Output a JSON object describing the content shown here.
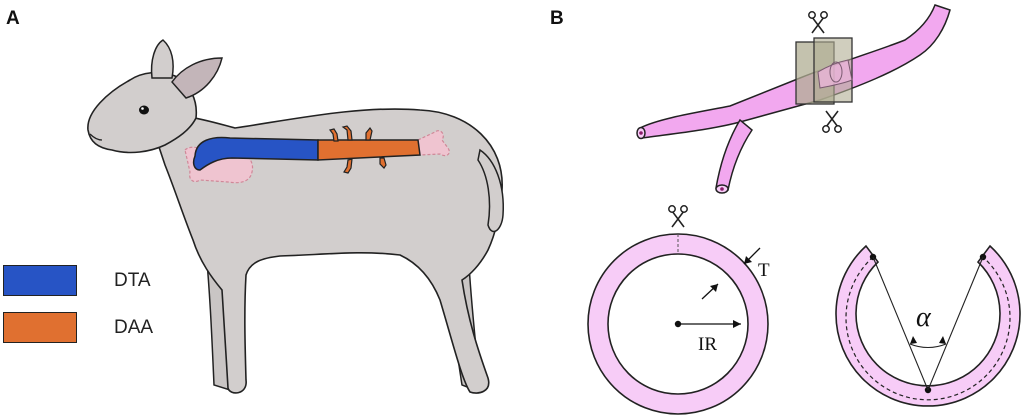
{
  "panels": {
    "a": "A",
    "b": "B"
  },
  "legend": [
    {
      "label": "DTA",
      "color": "#2754c5"
    },
    {
      "label": "DAA",
      "color": "#e07030"
    }
  ],
  "labels": {
    "thickness": "T",
    "inner_radius": "IR",
    "angle": "α"
  },
  "colors": {
    "lamb": "#d2cecd",
    "lamb_ear": "#c3b5b9",
    "vessel": "#f2a8ef",
    "vessel_light": "#f7ccf7",
    "clamp": "#b0ae93",
    "vessel_faded": "#efc4d0"
  }
}
